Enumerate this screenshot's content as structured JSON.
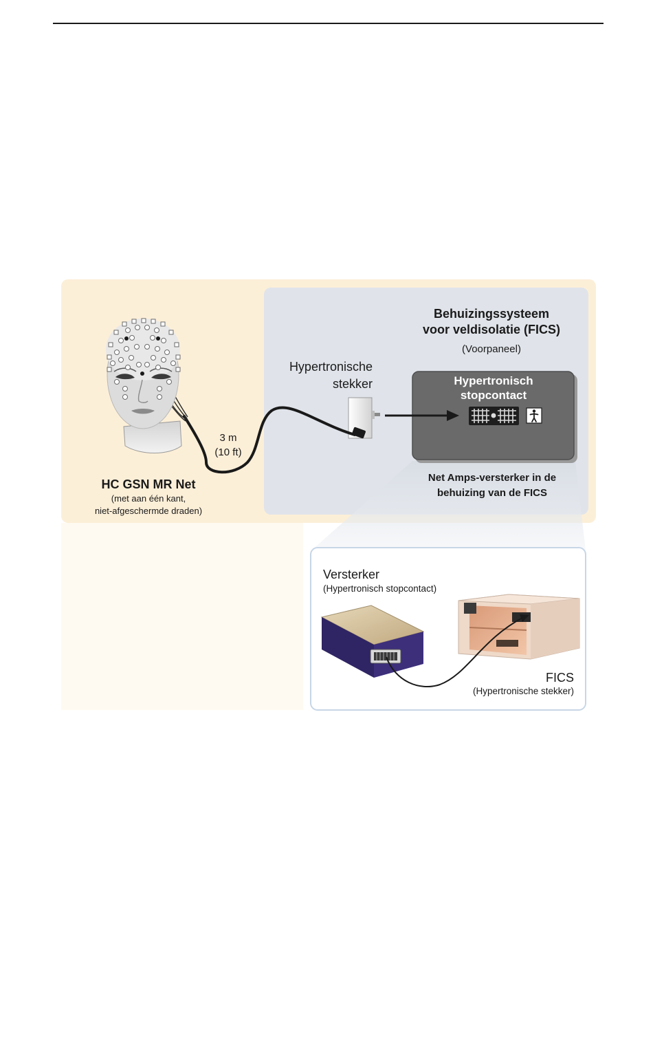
{
  "labels": {
    "fics_title": [
      "Behuizingssysteem",
      "voor veldisolatie (FICS)"
    ],
    "fics_panel": "(Voorpaneel)",
    "plug": [
      "Hypertronische",
      "stekker"
    ],
    "socket": [
      "Hypertronisch",
      "stopcontact"
    ],
    "amplifier_in_fics": [
      "Net Amps-versterker in de",
      "behuizing van de FICS"
    ],
    "cable_length": [
      "3 m",
      "(10 ft)"
    ],
    "net_name": "HC GSN MR Net",
    "net_sub": [
      "(met aan één kant,",
      "niet-afgeschermde draden)"
    ],
    "inset_amp": "Versterker",
    "inset_amp_sub": "(Hypertronisch stopcontact)",
    "inset_fics": "FICS",
    "inset_fics_sub": "(Hypertronische stekker)"
  },
  "colors": {
    "outer_panel": "#fcefd8",
    "inner_panel": "#e0e4ea",
    "fics_box": "#6a6a6a",
    "amplifier_purple": "#3d2f7a",
    "amplifier_gold": "#d9c7a4",
    "fics_case": "#efd9c8",
    "inset_border": "#c7d6e6"
  },
  "icons": [
    "person-symbol-icon",
    "hypertronic-connector-icon",
    "arrow-right-icon"
  ]
}
